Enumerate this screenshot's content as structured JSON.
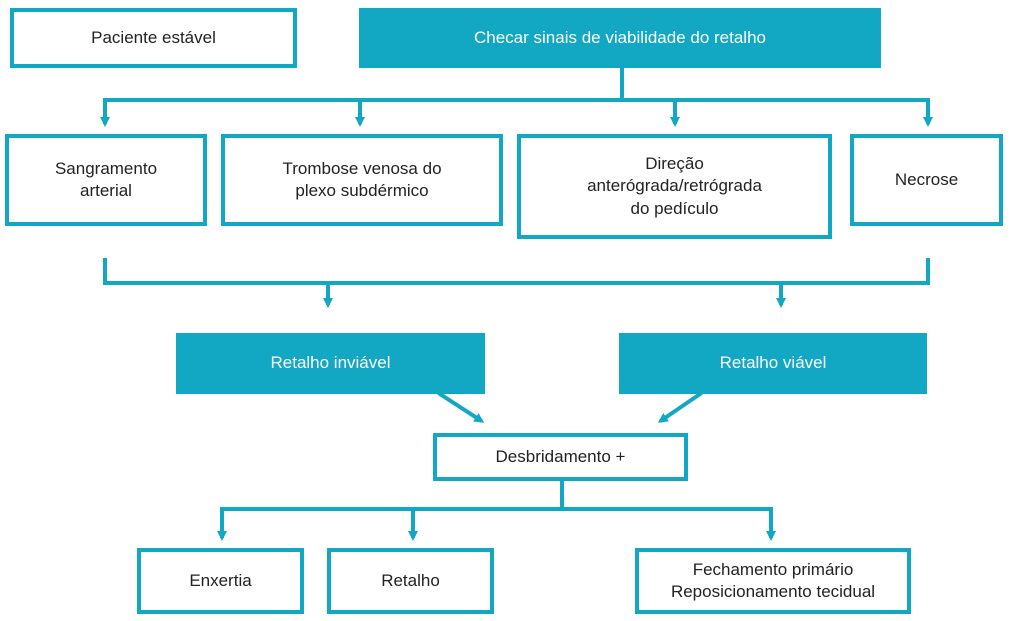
{
  "accent_color": "#12a7c2",
  "nodes": {
    "paciente_estavel": "Paciente estável",
    "checar_sinais": "Checar sinais de viabilidade do retalho",
    "sangramento": "Sangramento\narterial",
    "trombose": "Trombose venosa do\nplexo subdérmico",
    "direcao": "Direção\nanterógrada/retrógrada\ndo pedículo",
    "necrose": "Necrose",
    "retalho_inviavel": "Retalho inviável",
    "retalho_viavel": "Retalho viável",
    "desbridamento": "Desbridamento +",
    "enxertia": "Enxertia",
    "retalho": "Retalho",
    "fechamento": "Fechamento primário\nReposicionamento tecidual"
  }
}
